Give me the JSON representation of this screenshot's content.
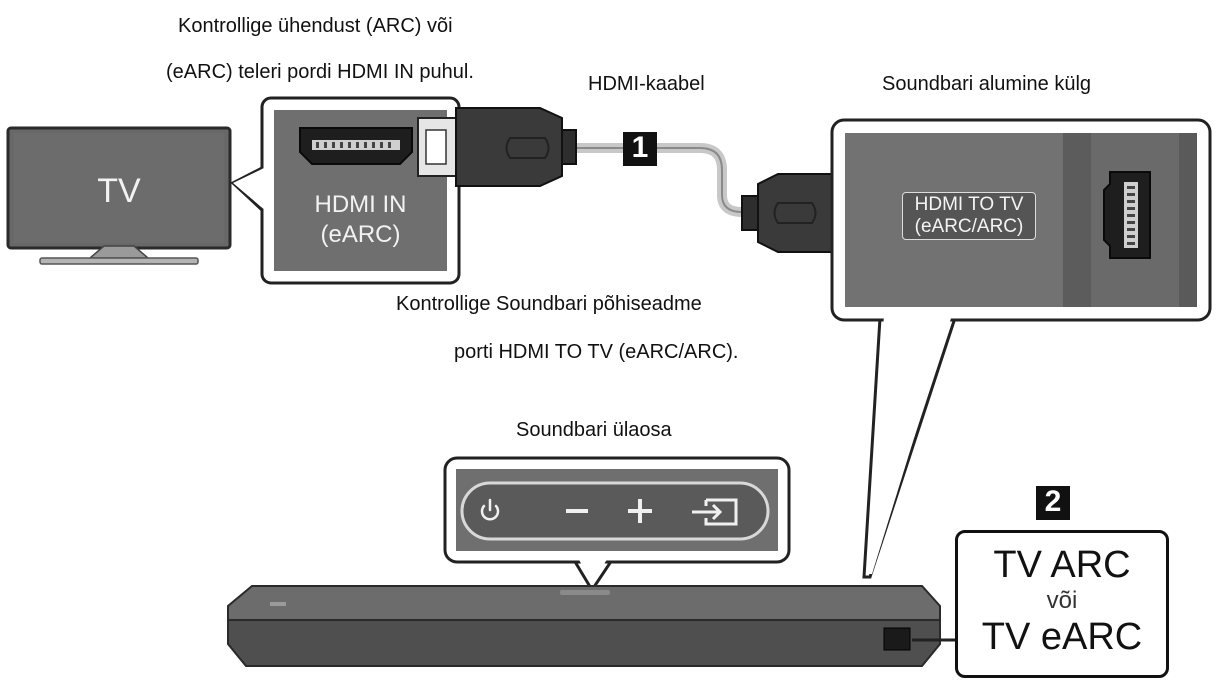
{
  "captions": {
    "tv_port_line1": "Kontrollige ühendust (ARC) või",
    "tv_port_line2": "(eARC) teleri pordi HDMI IN puhul.",
    "cable": "HDMI-kaabel",
    "soundbar_bottom": "Soundbari alumine külg",
    "soundbar_port_line1": "Kontrollige Soundbari põhiseadme",
    "soundbar_port_line2": "porti HDMI TO TV (eARC/ARC).",
    "soundbar_top": "Soundbari ülaosa"
  },
  "tv": {
    "label": "TV"
  },
  "tv_port": {
    "line1": "HDMI IN",
    "line2": "(eARC)"
  },
  "soundbar_port": {
    "line1": "HDMI TO TV",
    "line2": "(eARC/ARC)"
  },
  "steps": {
    "step1": "1",
    "step2": "2"
  },
  "result": {
    "line1": "TV ARC",
    "line2": "või",
    "line3": "TV eARC"
  },
  "icons": [
    "power-icon",
    "minus-icon",
    "plus-icon",
    "input-source-icon",
    "hdmi-port-icon",
    "hdmi-plug-icon"
  ],
  "colors": {
    "panel_gray": "#6e6e6e",
    "tv_screen": "#6a6a6a",
    "bar_body": "#5a5a5a"
  }
}
